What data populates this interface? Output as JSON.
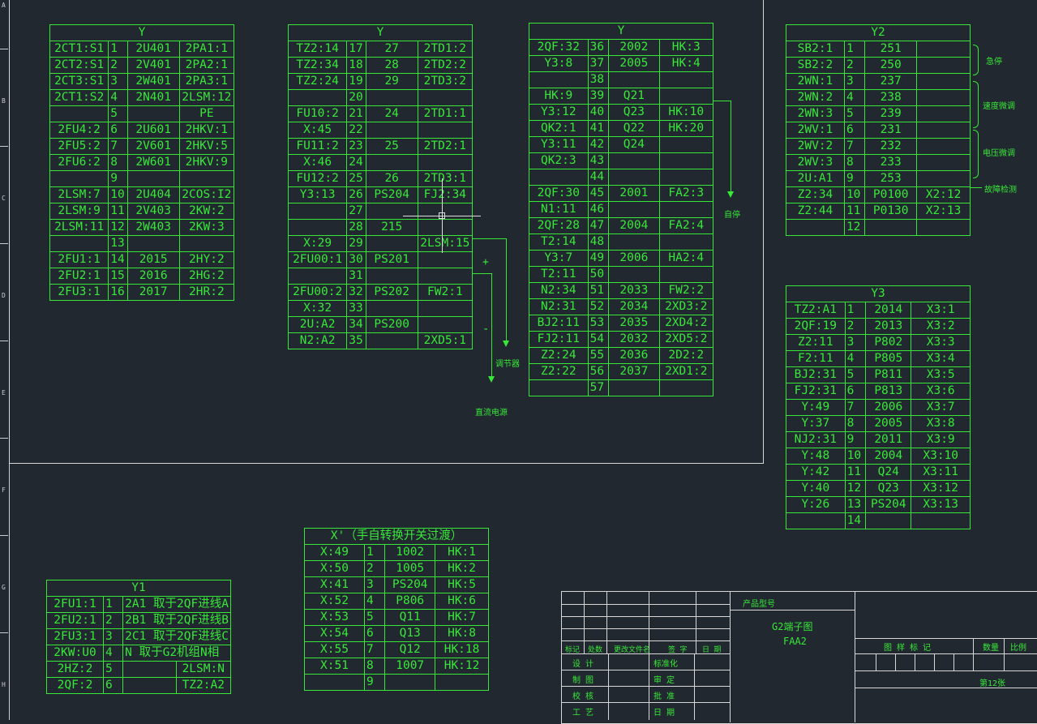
{
  "ruler": [
    "A",
    "B",
    "C",
    "D",
    "E",
    "F",
    "G",
    "H"
  ],
  "t1": {
    "title": "Y",
    "rows": [
      [
        "2CT1:S1",
        "1",
        "2U401",
        "2PA1:1"
      ],
      [
        "2CT2:S1",
        "2",
        "2V401",
        "2PA2:1"
      ],
      [
        "2CT3:S1",
        "3",
        "2W401",
        "2PA3:1"
      ],
      [
        "2CT1:S2",
        "4",
        "2N401",
        "2LSM:12"
      ],
      [
        "",
        "5",
        "",
        "PE"
      ],
      [
        "2FU4:2",
        "6",
        "2U601",
        "2HKV:1"
      ],
      [
        "2FU5:2",
        "7",
        "2V601",
        "2HKV:5"
      ],
      [
        "2FU6:2",
        "8",
        "2W601",
        "2HKV:9"
      ],
      [
        "",
        "9",
        "",
        ""
      ],
      [
        "2LSM:7",
        "10",
        "2U404",
        "2COS:I2"
      ],
      [
        "2LSM:9",
        "11",
        "2V403",
        "2KW:2"
      ],
      [
        "2LSM:11",
        "12",
        "2W403",
        "2KW:3"
      ],
      [
        "",
        "13",
        "",
        ""
      ],
      [
        "2FU1:1",
        "14",
        "2015",
        "2HY:2"
      ],
      [
        "2FU2:1",
        "15",
        "2016",
        "2HG:2"
      ],
      [
        "2FU3:1",
        "16",
        "2017",
        "2HR:2"
      ]
    ]
  },
  "t2": {
    "title": "Y",
    "rows": [
      [
        "TZ2:14",
        "17",
        "27",
        "2TD1:2"
      ],
      [
        "TZ2:34",
        "18",
        "28",
        "2TD2:2"
      ],
      [
        "TZ2:24",
        "19",
        "29",
        "2TD3:2"
      ],
      [
        "",
        "20",
        "",
        ""
      ],
      [
        "FU10:2",
        "21",
        "24",
        "2TD1:1"
      ],
      [
        "X:45",
        "22",
        "",
        ""
      ],
      [
        "FU11:2",
        "23",
        "25",
        "2TD2:1"
      ],
      [
        "X:46",
        "24",
        "",
        ""
      ],
      [
        "FU12:2",
        "25",
        "26",
        "2TD3:1"
      ],
      [
        "Y3:13",
        "26",
        "PS204",
        "FJ2:34"
      ],
      [
        "",
        "27",
        "",
        ""
      ],
      [
        "",
        "28",
        "215",
        ""
      ],
      [
        "X:29",
        "29",
        "",
        "2LSM:15"
      ],
      [
        "2FU00:1",
        "30",
        "PS201",
        ""
      ],
      [
        "",
        "31",
        "",
        ""
      ],
      [
        "2FU00:2",
        "32",
        "PS202",
        "FW2:1"
      ],
      [
        "X:32",
        "33",
        "",
        ""
      ],
      [
        "2U:A2",
        "34",
        "PS200",
        ""
      ],
      [
        "N2:A2",
        "35",
        "",
        "2XD5:1"
      ]
    ]
  },
  "t3": {
    "title": "Y",
    "rows": [
      [
        "2QF:32",
        "36",
        "2002",
        "HK:3"
      ],
      [
        "Y3:8",
        "37",
        "2005",
        "HK:4"
      ],
      [
        "",
        "38",
        "",
        ""
      ],
      [
        "HK:9",
        "39",
        "Q21",
        ""
      ],
      [
        "Y3:12",
        "40",
        "Q23",
        "HK:10"
      ],
      [
        "QK2:1",
        "41",
        "Q22",
        "HK:20"
      ],
      [
        "Y3:11",
        "42",
        "Q24",
        ""
      ],
      [
        "QK2:3",
        "43",
        "",
        ""
      ],
      [
        "",
        "44",
        "",
        ""
      ],
      [
        "2QF:30",
        "45",
        "2001",
        "FA2:3"
      ],
      [
        "N1:11",
        "46",
        "",
        ""
      ],
      [
        "2QF:28",
        "47",
        "2004",
        "FA2:4"
      ],
      [
        "T2:14",
        "48",
        "",
        ""
      ],
      [
        "Y3:7",
        "49",
        "2006",
        "HA2:4"
      ],
      [
        "T2:11",
        "50",
        "",
        ""
      ],
      [
        "N2:34",
        "51",
        "2033",
        "FW2:2"
      ],
      [
        "N2:31",
        "52",
        "2034",
        "2XD3:2"
      ],
      [
        "BJ2:11",
        "53",
        "2035",
        "2XD4:2"
      ],
      [
        "FJ2:11",
        "54",
        "2032",
        "2XD5:2"
      ],
      [
        "Z2:24",
        "55",
        "2036",
        "2D2:2"
      ],
      [
        "Z2:22",
        "56",
        "2037",
        "2XD1:2"
      ],
      [
        "",
        "57",
        "",
        ""
      ]
    ]
  },
  "t4": {
    "title": "Y2",
    "rows": [
      [
        "SB2:1",
        "1",
        "251",
        ""
      ],
      [
        "SB2:2",
        "2",
        "250",
        ""
      ],
      [
        "2WN:1",
        "3",
        "237",
        ""
      ],
      [
        "2WN:2",
        "4",
        "238",
        ""
      ],
      [
        "2WN:3",
        "5",
        "239",
        ""
      ],
      [
        "2WV:1",
        "6",
        "231",
        ""
      ],
      [
        "2WV:2",
        "7",
        "232",
        ""
      ],
      [
        "2WV:3",
        "8",
        "233",
        ""
      ],
      [
        "2U:A1",
        "9",
        "253",
        ""
      ],
      [
        "Z2:34",
        "10",
        "P0100",
        "X2:12"
      ],
      [
        "Z2:44",
        "11",
        "P0130",
        "X2:13"
      ],
      [
        "",
        "12",
        "",
        ""
      ]
    ]
  },
  "t5": {
    "title": "Y3",
    "rows": [
      [
        "TZ2:A1",
        "1",
        "2014",
        "X3:1"
      ],
      [
        "2QF:19",
        "2",
        "2013",
        "X3:2"
      ],
      [
        "Z2:11",
        "3",
        "P802",
        "X3:3"
      ],
      [
        "F2:11",
        "4",
        "P805",
        "X3:4"
      ],
      [
        "BJ2:31",
        "5",
        "P811",
        "X3:5"
      ],
      [
        "FJ2:31",
        "6",
        "P813",
        "X3:6"
      ],
      [
        "Y:49",
        "7",
        "2006",
        "X3:7"
      ],
      [
        "Y:37",
        "8",
        "2005",
        "X3:8"
      ],
      [
        "NJ2:31",
        "9",
        "2011",
        "X3:9"
      ],
      [
        "Y:48",
        "10",
        "2004",
        "X3:10"
      ],
      [
        "Y:42",
        "11",
        "Q24",
        "X3:11"
      ],
      [
        "Y:40",
        "12",
        "Q23",
        "X3:12"
      ],
      [
        "Y:26",
        "13",
        "PS204",
        "X3:13"
      ],
      [
        "",
        "14",
        "",
        ""
      ]
    ]
  },
  "t6": {
    "title": "X'（手自转换开关过渡）",
    "rows": [
      [
        "X:49",
        "1",
        "1002",
        "HK:1"
      ],
      [
        "X:50",
        "2",
        "1005",
        "HK:2"
      ],
      [
        "X:41",
        "3",
        "PS204",
        "HK:5"
      ],
      [
        "X:52",
        "4",
        "P806",
        "HK:6"
      ],
      [
        "X:53",
        "5",
        "Q11",
        "HK:7"
      ],
      [
        "X:54",
        "6",
        "Q13",
        "HK:8"
      ],
      [
        "X:55",
        "7",
        "Q12",
        "HK:18"
      ],
      [
        "X:51",
        "8",
        "1007",
        "HK:12"
      ],
      [
        "",
        "9",
        "",
        ""
      ]
    ]
  },
  "t7": {
    "title": "Y1",
    "rows": [
      [
        "2FU1:1",
        "1",
        "2A1 取于2QF进线A",
        ""
      ],
      [
        "2FU2:1",
        "2",
        "2B1 取于2QF进线B",
        ""
      ],
      [
        "2FU3:1",
        "3",
        "2C1 取于2QF进线C",
        ""
      ],
      [
        "2KW:U0",
        "4",
        "N 取于G2机组N相",
        ""
      ],
      [
        "2HZ:2",
        "5",
        "",
        "2LSM:N"
      ],
      [
        "2QF:2",
        "6",
        "",
        "TZ2:A2"
      ]
    ]
  },
  "notes": {
    "stop": "急停",
    "speed": "速度微调",
    "voltage": "电压微调",
    "fault": "故障检测",
    "autostop": "自停",
    "plus": "+",
    "minus": "-",
    "regulator": "调节器",
    "dc": "直流电源"
  },
  "titleblock": {
    "product": "产品型号",
    "drawing": "G2端子图",
    "code": "FAA2",
    "mark": "图 样 标 记",
    "qty": "数量",
    "scale": "比例",
    "sheet": "第12张",
    "c1": "标记",
    "c2": "处数",
    "c3": "更改文件名",
    "c4": "签 字",
    "c5": "日 期",
    "r1": "设 计",
    "r2": "制 图",
    "r3": "校 核",
    "r4": "工 艺",
    "s1": "标准化",
    "s2": "审 定",
    "s3": "批 准",
    "s4": "日 期"
  }
}
